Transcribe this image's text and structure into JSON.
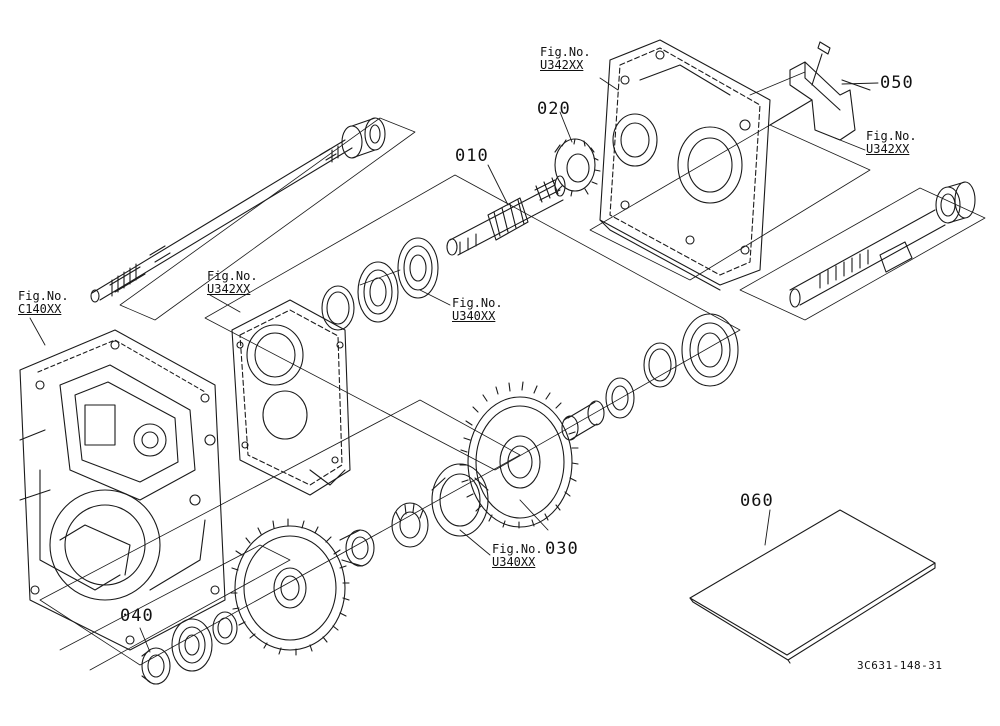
{
  "part_labels": {
    "p010": "010",
    "p020": "020",
    "p030": "030",
    "p040": "040",
    "p050": "050",
    "p060": "060"
  },
  "fig_refs": [
    {
      "heading": "Fig.No.",
      "code": "U342XX"
    },
    {
      "heading": "Fig.No.",
      "code": "U342XX"
    },
    {
      "heading": "Fig.No.",
      "code": "U342XX"
    },
    {
      "heading": "Fig.No.",
      "code": "C140XX"
    },
    {
      "heading": "Fig.No.",
      "code": "U340XX"
    },
    {
      "heading": "Fig.No.",
      "code": "U340XX"
    }
  ],
  "drawing_code": "3C631-148-31"
}
